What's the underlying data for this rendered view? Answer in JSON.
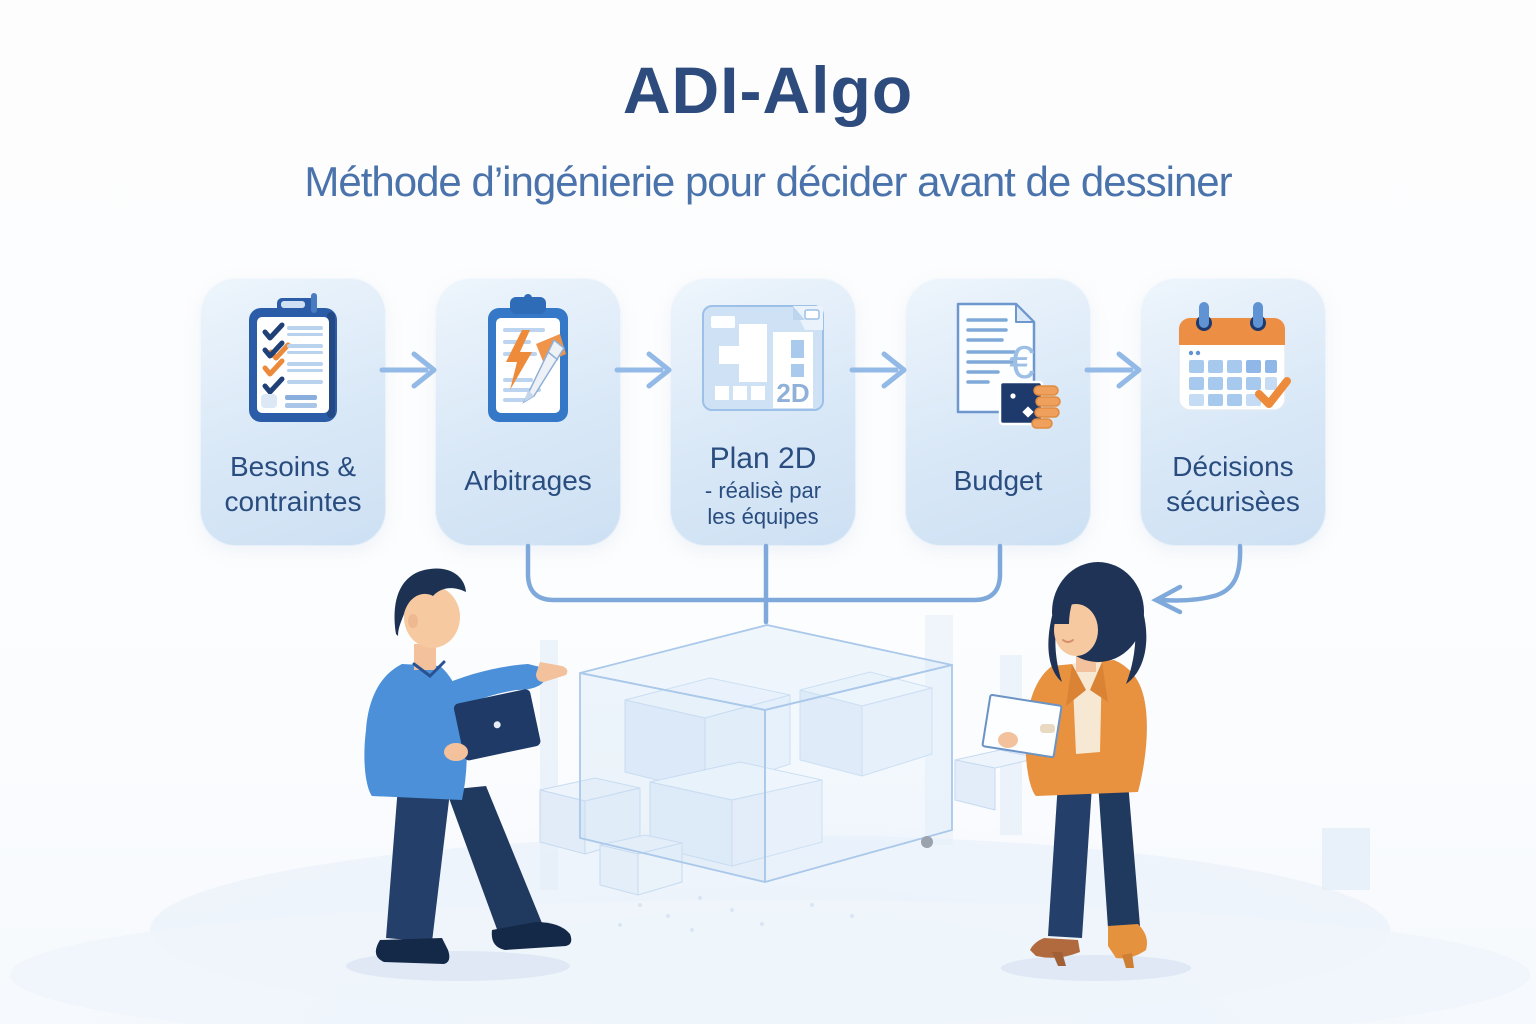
{
  "header": {
    "title": "ADI-Algo",
    "subtitle": "Méthode d’ingénierie pour décider avant de dessiner"
  },
  "steps": [
    {
      "name": "besoins-contraintes",
      "icon": "checklist-clipboard-icon",
      "label_line1": "Besoins &",
      "label_line2": "contraintes"
    },
    {
      "name": "arbitrages",
      "icon": "lightning-clipboard-icon",
      "label_line1": "Arbitrages",
      "label_line2": ""
    },
    {
      "name": "plan-2d",
      "icon": "floorplan-2d-icon",
      "label_line1": "Plan 2D",
      "sub_line1": "- réalisè par",
      "sub_line2": "les équipes",
      "badge": "2D"
    },
    {
      "name": "budget",
      "icon": "euro-document-icon",
      "label_line1": "Budget",
      "label_line2": "",
      "currency_symbol": "€"
    },
    {
      "name": "decisions-securisees",
      "icon": "calendar-check-icon",
      "label_line1": "Décisions",
      "label_line2": "sécurisèes"
    }
  ],
  "scene": {
    "left_figure": "man-holding-tablet-pointing",
    "right_figure": "woman-holding-document",
    "center_object": "translucent-3d-building-model"
  },
  "colors": {
    "title": "#2d4b7d",
    "subtitle": "#4a73ac",
    "card_label": "#2a4d80",
    "card_bg_top": "#eef5fc",
    "card_bg_bottom": "#cde0f3",
    "flow_arrow": "#93b9e6",
    "connector": "#7fa9db",
    "accent_orange": "#ee8b3a",
    "accent_navy": "#1e3a6d",
    "man_shirt": "#4b90d8",
    "woman_jacket": "#e8913f"
  }
}
